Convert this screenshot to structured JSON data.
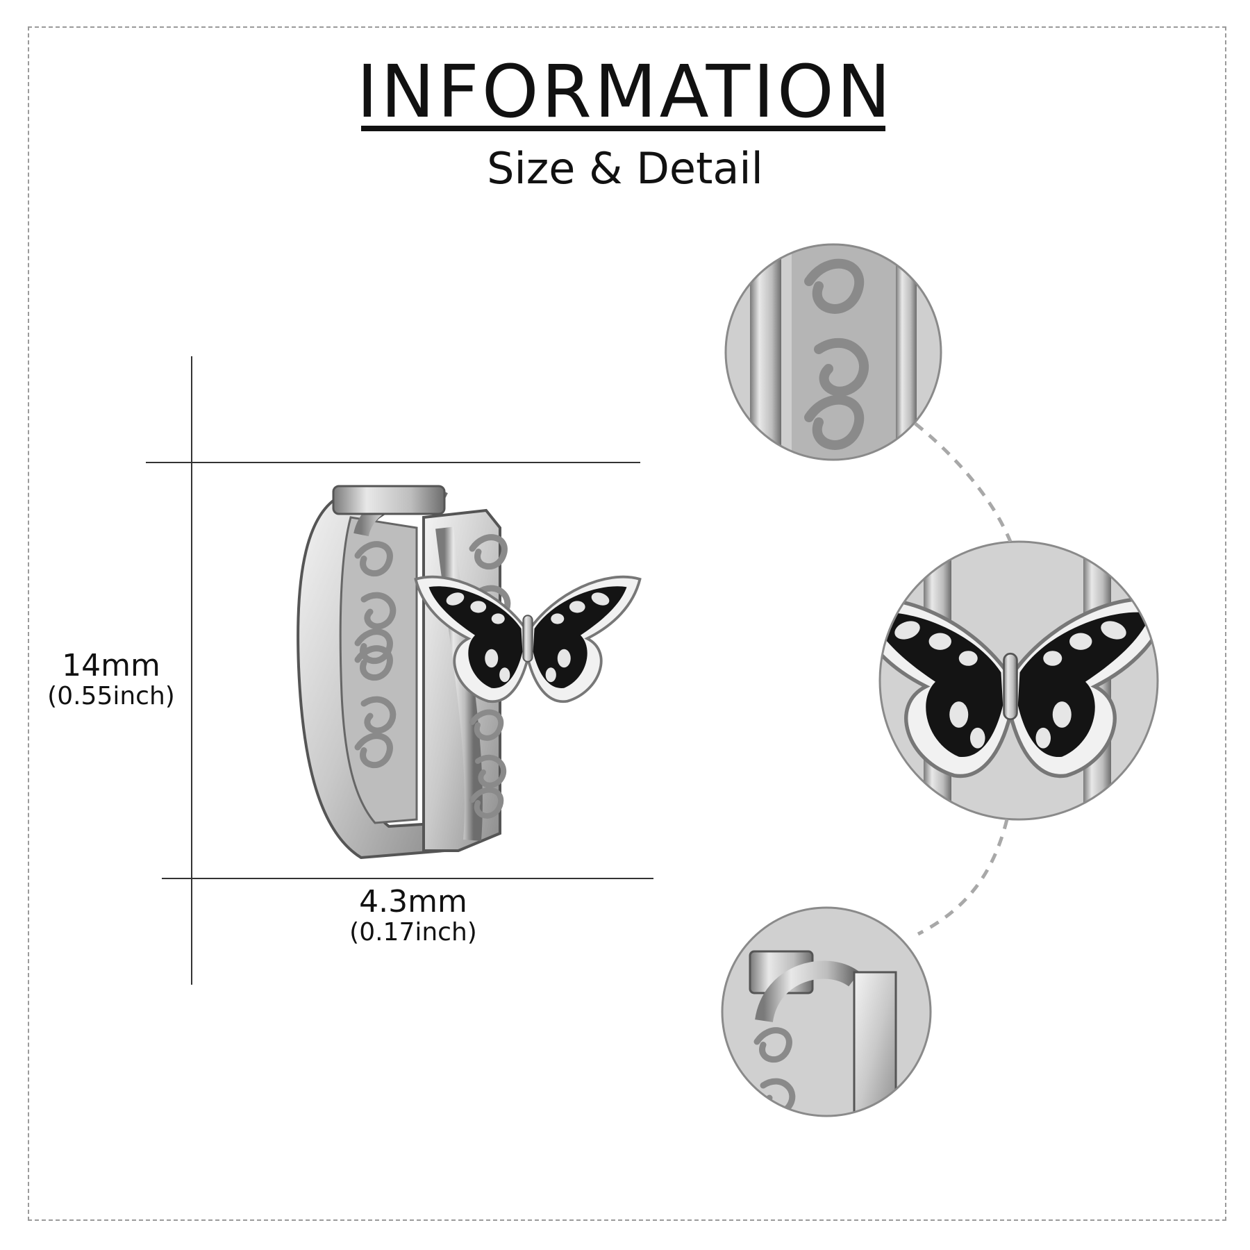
{
  "header": {
    "title": "INFORMATION",
    "subtitle": "Size & Detail"
  },
  "dimensions": {
    "height": {
      "metric": "14mm",
      "imperial": "(0.55inch)"
    },
    "width": {
      "metric": "4.3mm",
      "imperial": "(0.17inch)"
    }
  },
  "detail_views": [
    "filigree-detail",
    "butterfly-detail",
    "hinge-detail"
  ],
  "colors": {
    "frame": "#9a9a9a",
    "metal": "#d9d9d9",
    "enamel": "#111111",
    "connector": "#a8a8a8"
  }
}
